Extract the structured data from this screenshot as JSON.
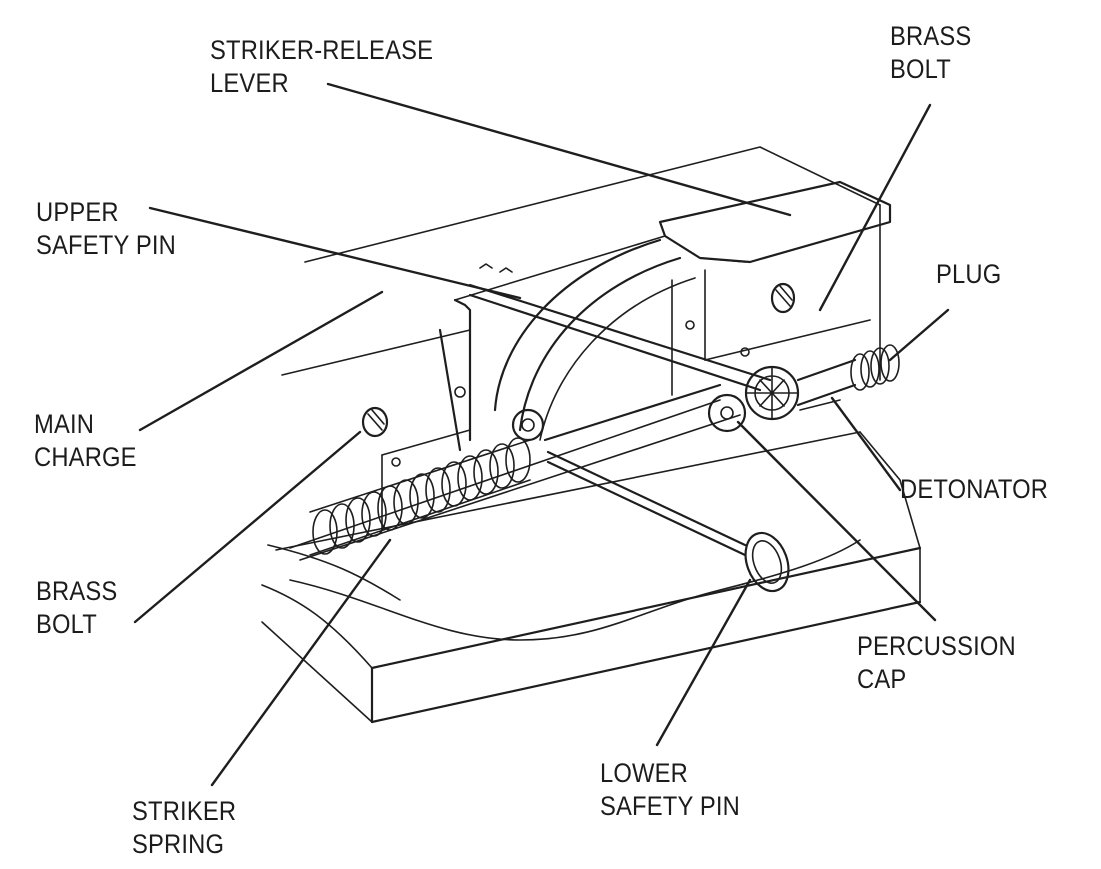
{
  "labels": {
    "striker_release_lever": [
      "STRIKER-RELEASE",
      "LEVER"
    ],
    "brass_bolt_top": [
      "BRASS",
      "BOLT"
    ],
    "upper_safety_pin": [
      "UPPER",
      "SAFETY PIN"
    ],
    "plug": [
      "PLUG"
    ],
    "main_charge": [
      "MAIN",
      "CHARGE"
    ],
    "detonator": [
      "DETONATOR"
    ],
    "brass_bolt_left": [
      "BRASS",
      "BOLT"
    ],
    "percussion_cap": [
      "PERCUSSION",
      "CAP"
    ],
    "lower_safety_pin": [
      "LOWER",
      "SAFETY PIN"
    ],
    "striker_spring": [
      "STRIKER",
      "SPRING"
    ]
  },
  "colors": {
    "ink": "#1e1e1e",
    "background": "#ffffff"
  }
}
